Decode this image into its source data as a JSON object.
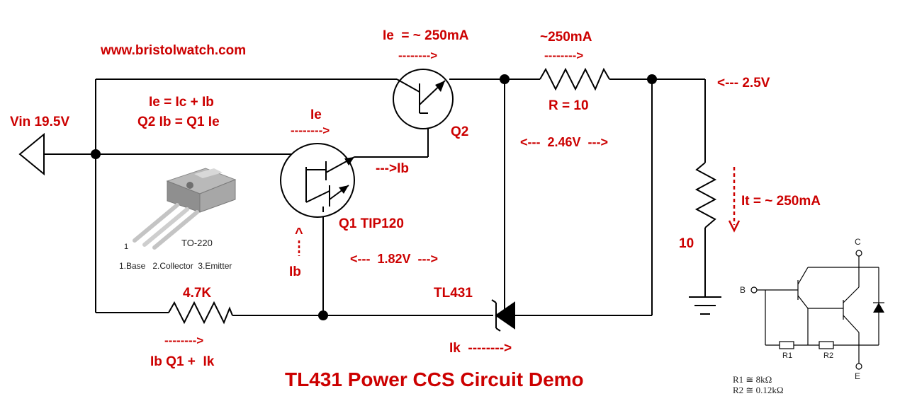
{
  "colors": {
    "wire": "#000000",
    "label": "#cc0000",
    "background": "#ffffff"
  },
  "website": "www.bristolwatch.com",
  "title": "TL431 Power CCS Circuit Demo",
  "labels": {
    "vin": "Vin 19.5V",
    "equation1": "Ie = Ic + Ib",
    "equation2": "Q2 Ib = Q1 Ie",
    "ie_top": "Ie  = ~ 250mA",
    "ie_top_arrow": "-------->",
    "current_right": "~250mA",
    "current_right_arrow": "-------->",
    "resistor_r": "R = 10",
    "v_out": "<--- 2.5V",
    "v_246": "<---  2.46V  --->",
    "ie_mid": "Ie",
    "ie_mid_arrow": "-------->",
    "ib_right": "--->Ib",
    "q2": "Q2",
    "q1": "Q1 TIP120",
    "ib_up_arrow": "^",
    "ib_bottom": "Ib",
    "v_182": "<---  1.82V  --->",
    "tl431": "TL431",
    "r47k": "4.7K",
    "ib_ik_arrow": "-------->",
    "ib_ik": "Ib Q1 +  Ik",
    "ik": "Ik  -------->",
    "it": "It = ~ 250mA",
    "load": "10"
  },
  "package": {
    "name": "TO-220",
    "pin_one": "1",
    "pinout": "1.Base   2.Collector  3.Emitter"
  },
  "internal_schematic": {
    "pin_b": "B",
    "pin_c": "C",
    "pin_e": "E",
    "r1": "R1",
    "r2": "R2",
    "r1_value": "R1 ≅ 8kΩ",
    "r2_value": "R2 ≅ 0.12kΩ"
  }
}
